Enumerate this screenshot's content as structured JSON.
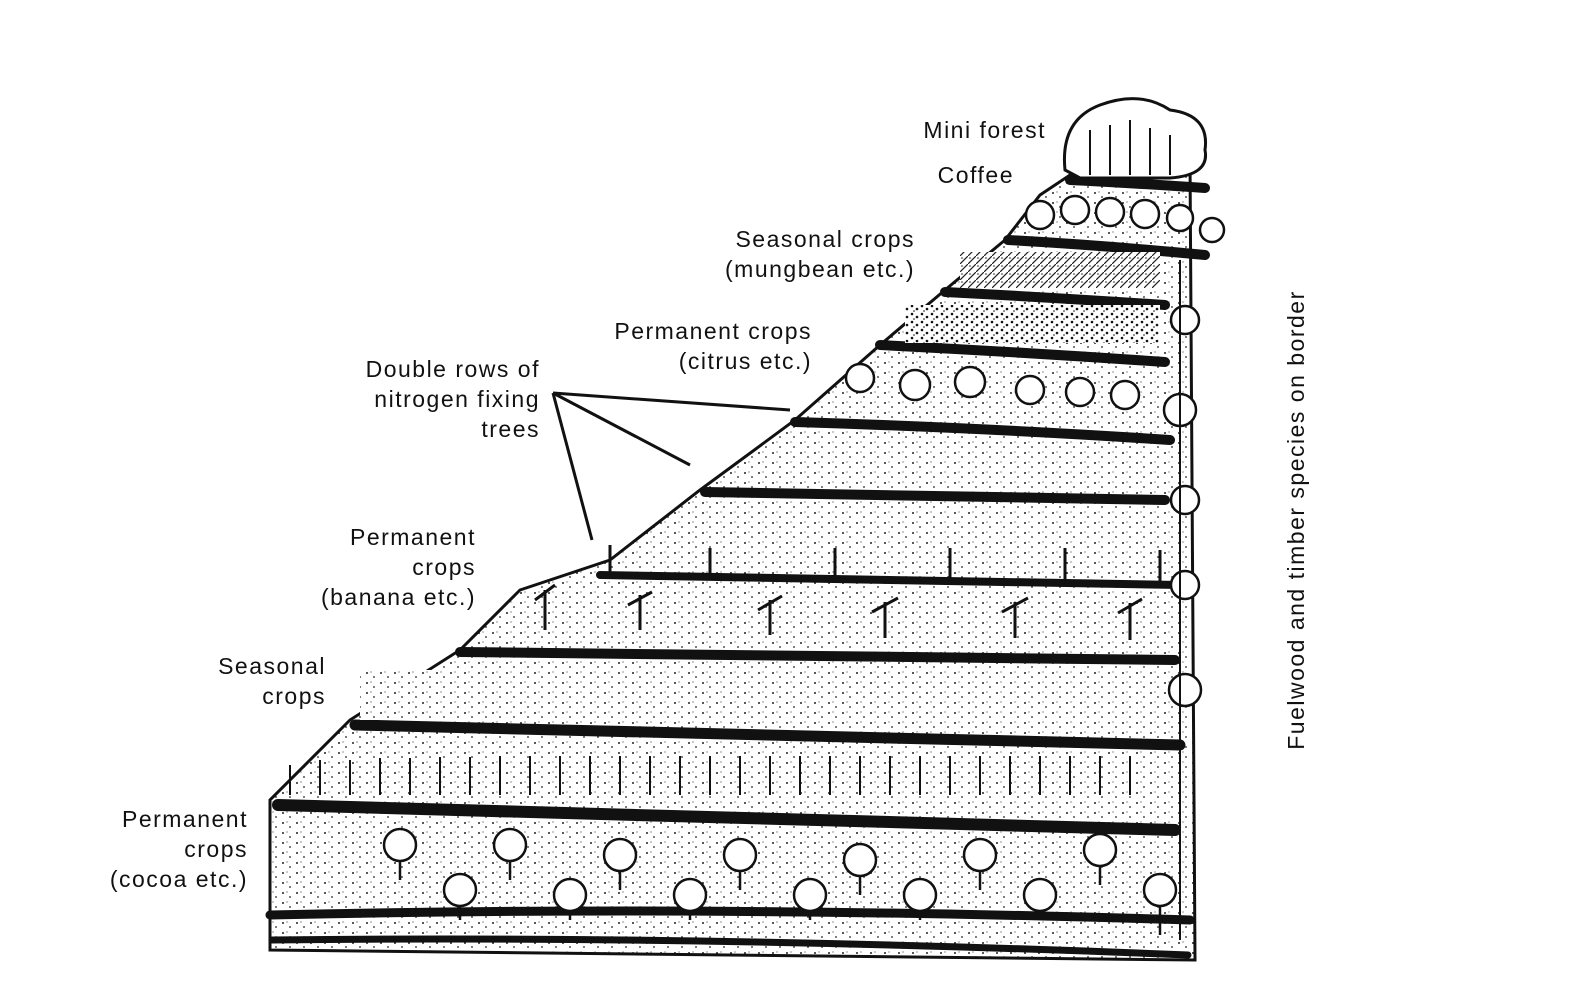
{
  "labels": {
    "mini_forest": "Mini forest",
    "coffee": "Coffee",
    "seasonal_top": [
      "Seasonal crops",
      "(mungbean etc.)"
    ],
    "permanent_citrus": [
      "Permanent crops",
      "(citrus etc.)"
    ],
    "double_rows": [
      "Double rows of",
      "nitrogen fixing",
      "trees"
    ],
    "permanent_banana": [
      "Permanent",
      "crops",
      "(banana etc.)"
    ],
    "seasonal_low": [
      "Seasonal",
      "crops"
    ],
    "permanent_cocoa": [
      "Permanent",
      "crops",
      "(cocoa etc.)"
    ],
    "border": "Fuelwood and timber species on border"
  },
  "colors": {
    "ink": "#111111",
    "background": "#ffffff"
  }
}
